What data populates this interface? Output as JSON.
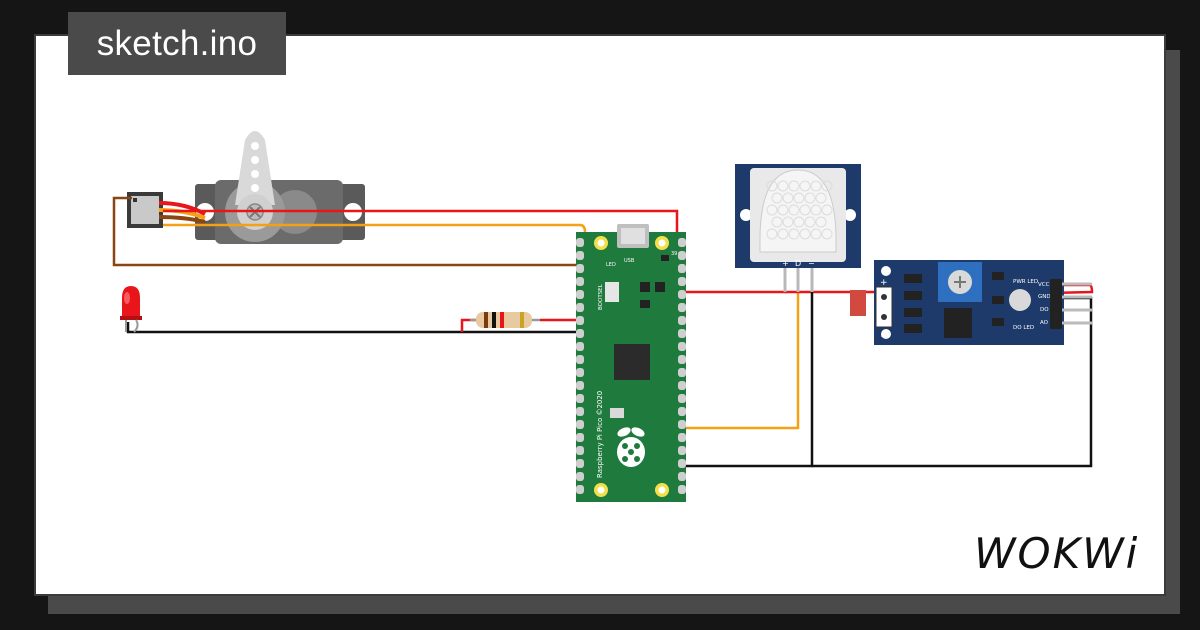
{
  "header": {
    "title": "sketch.ino"
  },
  "brand": {
    "logo_text": "WOKWi"
  },
  "pico": {
    "board_name": "Raspberry Pi Pico ©2020",
    "led_label": "LED",
    "usb_label": "USB",
    "bootsel_label": "BOOTSEL",
    "pin_number": "39"
  },
  "pir": {
    "pin_plus": "+",
    "pin_d": "D",
    "pin_minus": "−"
  },
  "sensor_module": {
    "pwr_led": "PWR LED",
    "do_led": "DO LED",
    "pin_vcc": "VCC",
    "pin_gnd": "GND",
    "pin_do": "DO",
    "pin_ao": "AO",
    "terminal_plus": "+",
    "terminal_minus": "−"
  },
  "colors": {
    "wire_red": "#e8161b",
    "wire_orange": "#f4a116",
    "wire_brown": "#8b4513",
    "wire_black": "#111111",
    "pico_green": "#1f7a3d",
    "module_blue": "#1d3a6b"
  }
}
